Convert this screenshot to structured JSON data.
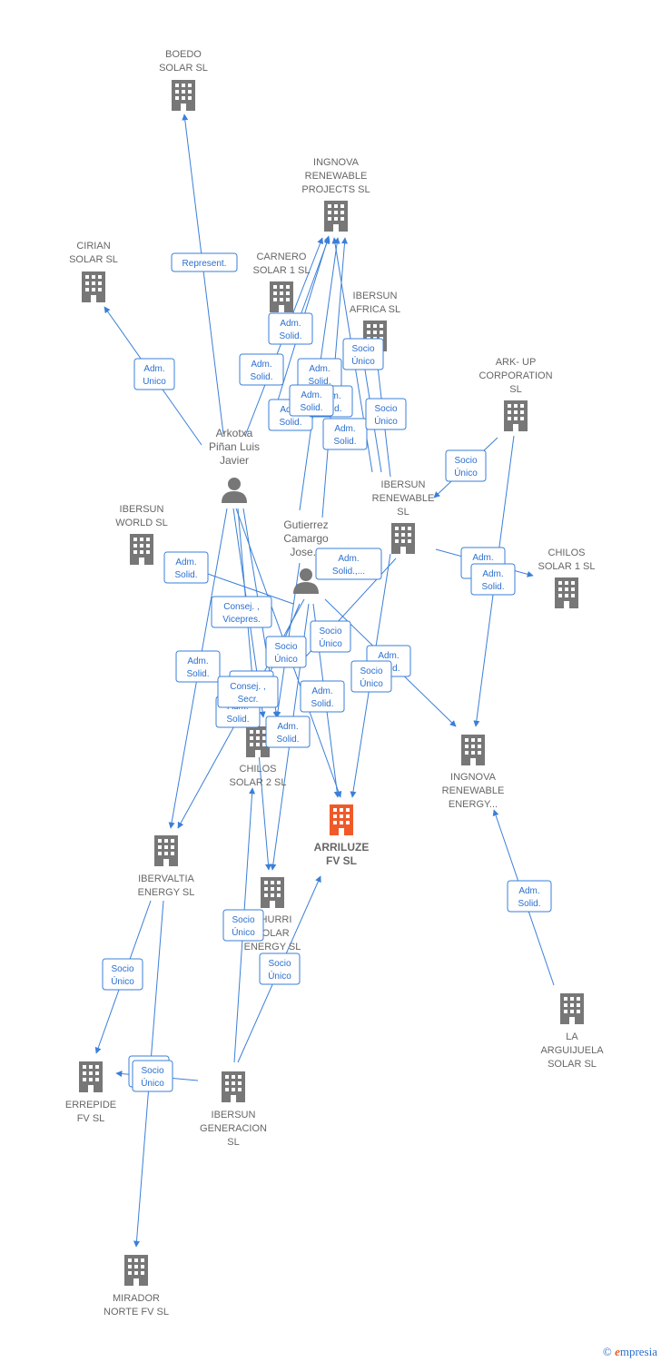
{
  "colors": {
    "edge": "#3a7fd8",
    "node": "#777777",
    "focus": "#f05a28"
  },
  "nodes": [
    {
      "id": "boedo",
      "type": "company",
      "lines": [
        "BOEDO",
        "SOLAR  SL"
      ]
    },
    {
      "id": "ingnova_proj",
      "type": "company",
      "lines": [
        "INGNOVA",
        "RENEWABLE",
        "PROJECTS  SL"
      ]
    },
    {
      "id": "cirian",
      "type": "company",
      "lines": [
        "CIRIAN",
        "SOLAR  SL"
      ]
    },
    {
      "id": "carnero",
      "type": "company",
      "lines": [
        "CARNERO",
        "SOLAR 1  SL"
      ]
    },
    {
      "id": "ibersun_africa",
      "type": "company",
      "lines": [
        "IBERSUN",
        "AFRICA  SL"
      ]
    },
    {
      "id": "arkup",
      "type": "company",
      "lines": [
        "ARK- UP",
        "CORPORATION",
        "SL"
      ]
    },
    {
      "id": "arkotxa",
      "type": "person",
      "lines": [
        "Arkotxa",
        "Piñan Luis",
        "Javier"
      ]
    },
    {
      "id": "ibersun_renew",
      "type": "company",
      "lines": [
        "IBERSUN",
        "RENEWABLE",
        "SL"
      ]
    },
    {
      "id": "ibersun_world",
      "type": "company",
      "lines": [
        "IBERSUN",
        "WORLD  SL"
      ]
    },
    {
      "id": "gutierrez",
      "type": "person",
      "lines": [
        "Gutierrez",
        "Camargo",
        "Jose..."
      ]
    },
    {
      "id": "chilos1",
      "type": "company",
      "lines": [
        "CHILOS",
        "SOLAR 1  SL"
      ]
    },
    {
      "id": "chilos2",
      "type": "company",
      "lines": [
        "CHILOS",
        "SOLAR 2  SL"
      ]
    },
    {
      "id": "ingnova_energy",
      "type": "company",
      "lines": [
        "INGNOVA",
        "RENEWABLE",
        "ENERGY..."
      ]
    },
    {
      "id": "arriluze",
      "type": "focus",
      "lines": [
        "ARRILUZE",
        "FV  SL"
      ]
    },
    {
      "id": "ibervaltia",
      "type": "company",
      "lines": [
        "IBERVALTIA",
        "ENERGY  SL"
      ]
    },
    {
      "id": "churri",
      "type": "company",
      "lines": [
        "CHURRI",
        "SOLAR",
        "ENERGY  SL"
      ]
    },
    {
      "id": "arguijuela",
      "type": "company",
      "lines": [
        "LA",
        "ARGUIJUELA",
        "SOLAR  SL"
      ]
    },
    {
      "id": "errepide",
      "type": "company",
      "lines": [
        "ERREPIDE",
        "FV  SL"
      ]
    },
    {
      "id": "ibersun_gen",
      "type": "company",
      "lines": [
        "IBERSUN",
        "GENERACION",
        "SL"
      ]
    },
    {
      "id": "mirador",
      "type": "company",
      "lines": [
        "MIRADOR",
        "NORTE FV  SL"
      ]
    }
  ],
  "edge_labels": [
    {
      "lines": [
        "Represent."
      ]
    },
    {
      "lines": [
        "Adm.",
        "Unico"
      ]
    },
    {
      "lines": [
        "Adm.",
        "Solid."
      ]
    },
    {
      "lines": [
        "Adm.",
        "Solid."
      ]
    },
    {
      "lines": [
        "Adm.",
        "Solid."
      ]
    },
    {
      "lines": [
        "Adm.",
        "Solid."
      ]
    },
    {
      "lines": [
        "Adm.",
        "Solid."
      ]
    },
    {
      "lines": [
        "Adm.",
        "Solid."
      ]
    },
    {
      "lines": [
        "Socio",
        "Único"
      ]
    },
    {
      "lines": [
        "Socio",
        "Único"
      ]
    },
    {
      "lines": [
        "Socio",
        "Único"
      ]
    },
    {
      "lines": [
        "Adm.",
        "Solid."
      ]
    },
    {
      "lines": [
        "Adm.",
        "Solid."
      ]
    },
    {
      "lines": [
        "Adm.",
        "Solid."
      ]
    },
    {
      "lines": [
        "Adm.",
        "Solid.,..."
      ]
    },
    {
      "lines": [
        "Socio",
        "Único"
      ]
    },
    {
      "lines": [
        "Adm.",
        "Solid."
      ]
    },
    {
      "lines": [
        "Adm.",
        "Solid."
      ]
    },
    {
      "lines": [
        "Consej. ,",
        "Vicepres."
      ]
    },
    {
      "lines": [
        "Socio",
        "Único"
      ]
    },
    {
      "lines": [
        "Adm.",
        "Solid."
      ]
    },
    {
      "lines": [
        "Adm.",
        "Solid."
      ]
    },
    {
      "lines": [
        "Socio",
        "Único"
      ]
    },
    {
      "lines": [
        "Adm.",
        "Solid."
      ]
    },
    {
      "lines": [
        "Adm.",
        "Solid."
      ]
    },
    {
      "lines": [
        "Consej. ,",
        "Secr."
      ]
    },
    {
      "lines": [
        "Adm.",
        "Solid."
      ]
    },
    {
      "lines": [
        "Adm.",
        "Solid."
      ]
    },
    {
      "lines": [
        "Socio",
        "Único"
      ]
    },
    {
      "lines": [
        "Socio",
        "Único"
      ]
    },
    {
      "lines": [
        "Socio",
        "Único"
      ]
    },
    {
      "lines": [
        "Socio",
        "Único"
      ]
    },
    {
      "lines": [
        "Socio",
        "Único"
      ]
    }
  ],
  "footer": {
    "copyright": "©",
    "brand_initial": "e",
    "brand_rest": "mpresia"
  }
}
